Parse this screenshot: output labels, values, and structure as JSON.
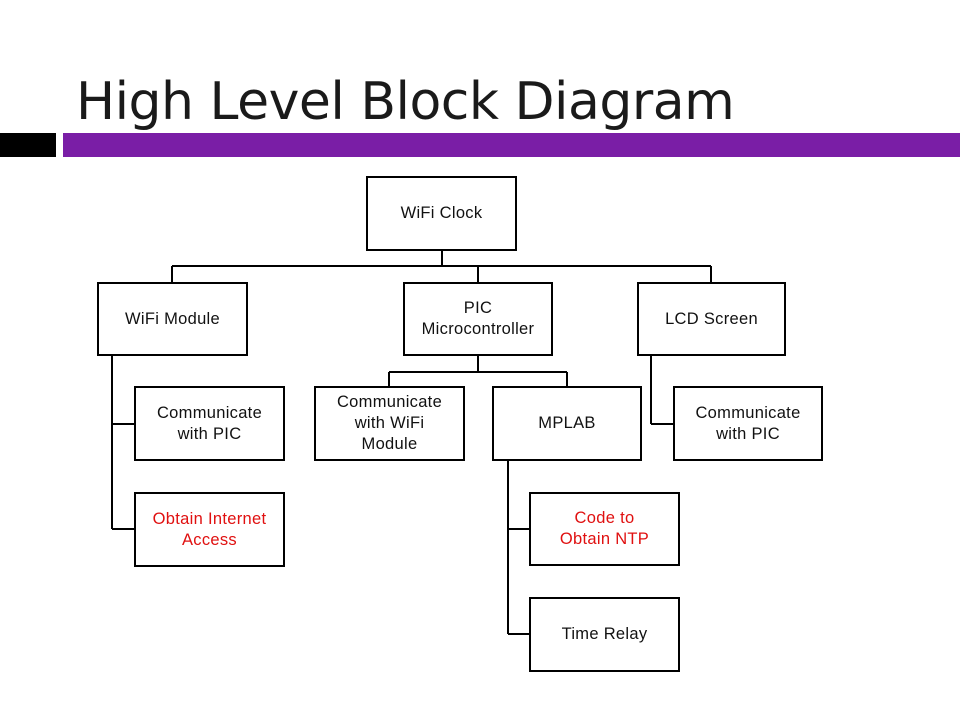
{
  "slide": {
    "title": "High Level Block Diagram",
    "accent_color": "#7a1ea6",
    "bar_color": "#000000"
  },
  "diagram": {
    "root": "WiFi Clock",
    "wifi_module": {
      "label": "WiFi Module",
      "children": [
        "Communicate\nwith PIC",
        "Obtain Internet\nAccess"
      ]
    },
    "pic": {
      "label": "PIC\nMicrocontroller",
      "children": [
        "Communicate\nwith WiFi\nModule",
        "MPLAB"
      ]
    },
    "mplab_children": [
      "Code to\nObtain NTP",
      "Time Relay"
    ],
    "lcd": {
      "label": "LCD Screen",
      "children": [
        "Communicate\nwith PIC"
      ]
    },
    "highlight_color": "#e01010"
  }
}
